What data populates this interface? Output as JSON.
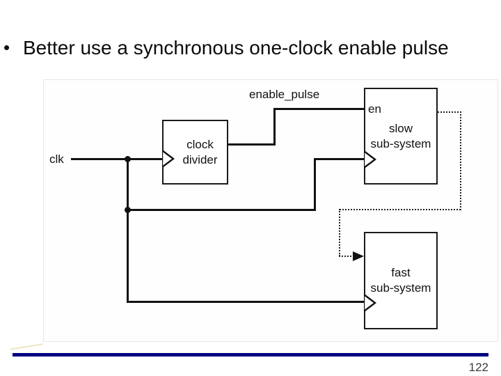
{
  "slide": {
    "bullet": "•",
    "title": "Better use a synchronous one-clock enable pulse",
    "page_number": "122"
  },
  "diagram": {
    "clk_label": "clk",
    "enable_pulse_label": "enable_pulse",
    "en_label": "en",
    "clock_divider": {
      "line1": "clock",
      "line2": "divider"
    },
    "slow_subsystem": {
      "line1": "slow",
      "line2": "sub-system"
    },
    "fast_subsystem": {
      "line1": "fast",
      "line2": "sub-system"
    }
  },
  "colors": {
    "wire": "#111111",
    "box_border": "#1a1a1a",
    "dotted_wire": "#222222",
    "accent_line": "#000080",
    "page_number": "#3a3a3a"
  }
}
